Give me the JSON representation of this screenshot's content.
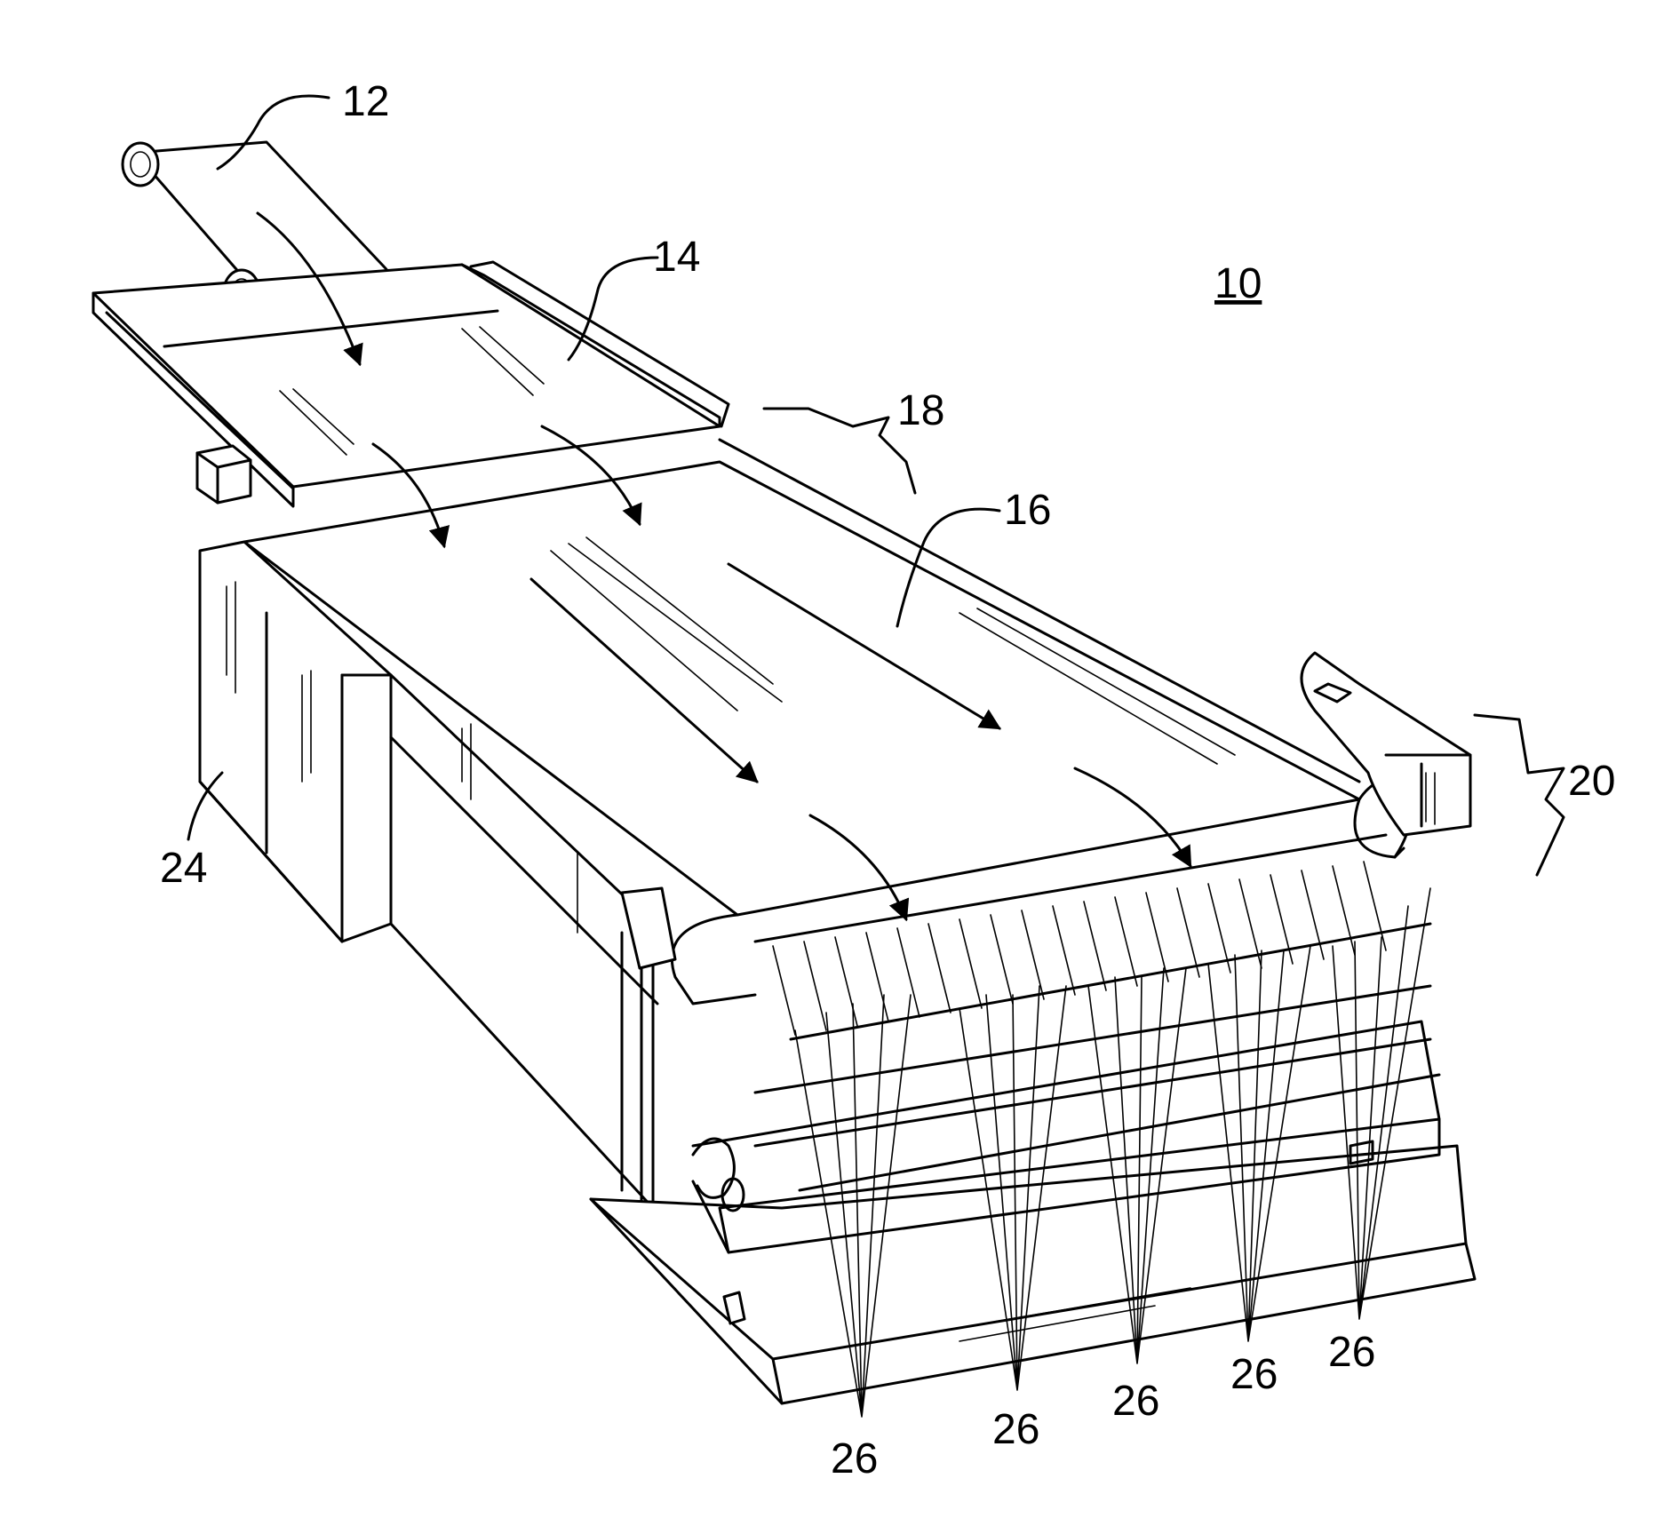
{
  "figure": {
    "reference_numeral": "10",
    "labels": {
      "feed_roller": "12",
      "first_conveyor": "14",
      "second_conveyor": "16",
      "transfer_zone": "18",
      "drive_assembly": "20",
      "frame_panel": "24",
      "fingers_1": "26",
      "fingers_2": "26",
      "fingers_3": "26",
      "fingers_4": "26",
      "fingers_5": "26"
    }
  }
}
